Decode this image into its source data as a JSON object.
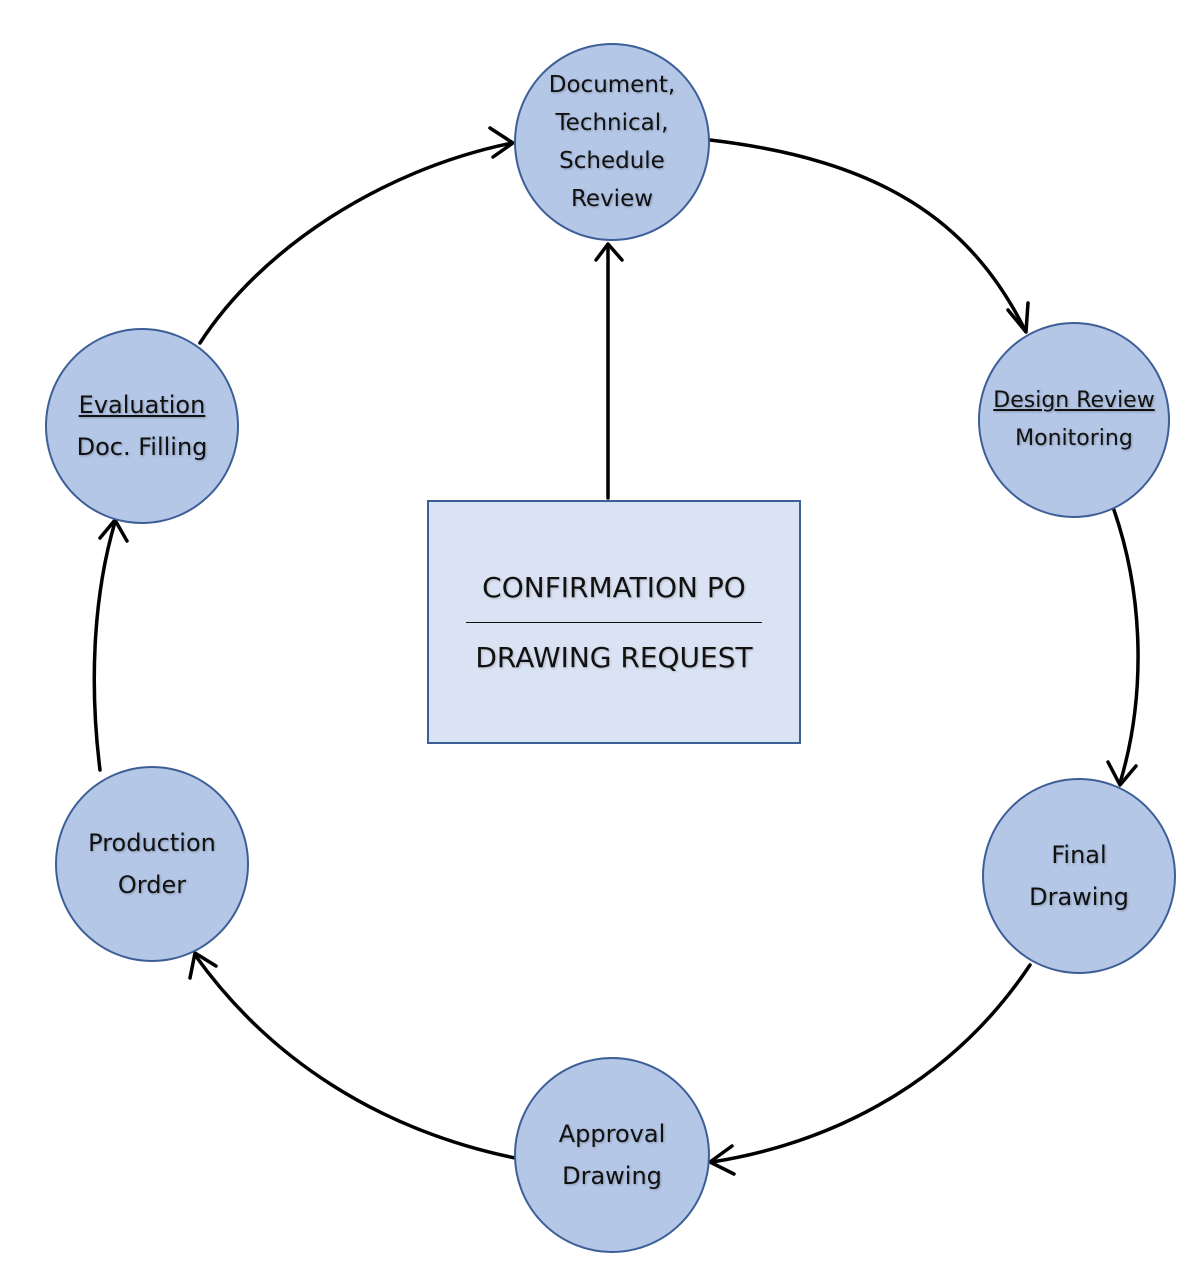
{
  "colors": {
    "node_fill": "#b4c7e7",
    "node_border": "#3d5f97",
    "box_fill": "#dae3f3",
    "arrow": "#000000"
  },
  "center": {
    "line1": "CONFIRMATION PO",
    "line2": "DRAWING REQUEST"
  },
  "nodes": {
    "review": {
      "lines": [
        "Document,",
        "Technical,",
        "Schedule",
        "Review"
      ]
    },
    "design": {
      "line1": "Design Review",
      "line2": "Monitoring"
    },
    "final": {
      "line1": "Final",
      "line2": "Drawing"
    },
    "approval": {
      "line1": "Approval",
      "line2": "Drawing"
    },
    "production": {
      "line1": "Production",
      "line2": "Order"
    },
    "evaluation": {
      "line1": "Evaluation",
      "line2": "Doc. Filling"
    }
  }
}
